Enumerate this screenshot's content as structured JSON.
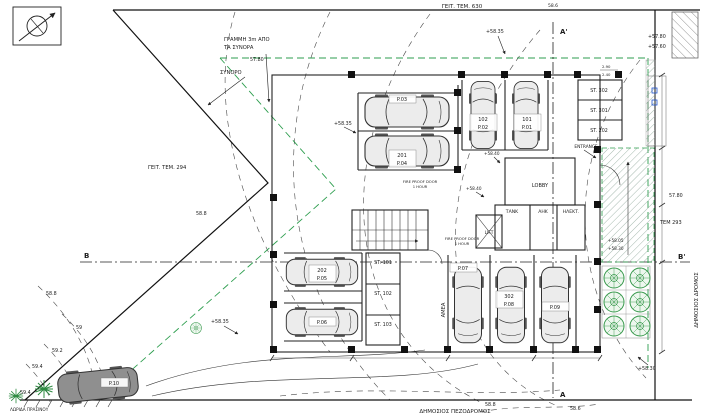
{
  "plan": {
    "neighbors": {
      "top": "ΓΕΙΤ. ΤΕΜ. 630",
      "left": "ΓΕΙΤ. ΤΕΜ. 294",
      "right": "ΤΕΜ 293"
    },
    "roads": {
      "east": "ΔΗΜΟΣΙΟΣ ΔΡΟΜΟΣ",
      "south": "ΔΗΜΟΣΙΟΣ ΠΕΖΟΔΡΟΜΟΣ",
      "green_strip": "ΛΩΡΙΔΑ ΠΡΑΣΙΝΟΥ"
    },
    "boundary": {
      "label": "ΣΥΝΟΡΟ",
      "setback_l1": "ΓΡΑΜΜΗ 3m ΑΠΟ",
      "setback_l2": "ΤΑ ΣΥΝΟΡΑ"
    },
    "sections": {
      "a_top": "A'",
      "a_bottom": "A",
      "b_left": "B",
      "b_right": "B'"
    },
    "rooms": {
      "lobby": "LOBBY",
      "lift": "LIFT",
      "entrance": "ENTRANCE",
      "tank": "ΤΑΝΚ",
      "ahk": "ΑΗΚ",
      "elec": "ΗΛΕΚΤ.",
      "amea": "ΑΜΕΑ",
      "fire_door_l1": "FIRE PROOF DOOR",
      "fire_door_l2": "1 HOUR"
    },
    "storage": {
      "st302": "ST. 302",
      "st301": "ST. 301",
      "st202": "ST. 202",
      "st101": "ST.-101",
      "st102": "ST. 102",
      "st103": "ST. 103"
    },
    "parking": {
      "p01": {
        "unit": "101",
        "space": "P.01"
      },
      "p02": {
        "unit": "102",
        "space": "P.02"
      },
      "p03": {
        "space": "P.03"
      },
      "p04": {
        "unit": "201",
        "space": "P.04"
      },
      "p05": {
        "unit": "202",
        "space": "P.05"
      },
      "p06": {
        "space": "P.06"
      },
      "p07": {
        "space": "P.07"
      },
      "p08": {
        "unit": "302",
        "space": "P.08"
      },
      "p09": {
        "space": "P.09"
      },
      "p10": {
        "space": "P.10"
      }
    },
    "levels": {
      "l5835": "+58.35",
      "l5840": "+58.40",
      "l5780": "+57.80",
      "l5760": "+57.60",
      "l5805": "+58.05",
      "l5830": "+58.30"
    },
    "contours": {
      "c5780": "57.80",
      "c588": "58.8",
      "c586": "58.6",
      "c590": "59",
      "c592": "59.2",
      "c594": "59.4"
    },
    "dims": {
      "d290": "2.90",
      "d240": "2.40"
    },
    "colors": {
      "setback_green": "#2e9e4f",
      "tree_green": "#3a9a4e",
      "line": "#222222"
    }
  }
}
